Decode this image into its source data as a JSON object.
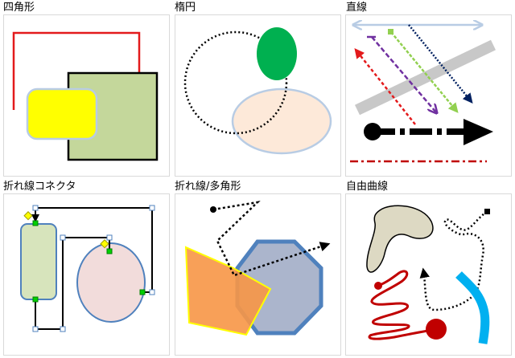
{
  "cells": [
    {
      "title": "四角形",
      "shapes": [
        "red-open-rectangle",
        "green-square",
        "yellow-rounded-rectangle"
      ]
    },
    {
      "title": "楕円",
      "shapes": [
        "dotted-circle",
        "green-ellipse",
        "peach-ellipse"
      ]
    },
    {
      "title": "直線",
      "shapes": [
        "double-arrow-line",
        "gray-thick-line",
        "dashed-arrows",
        "black-dash-dot-arrow",
        "red-dash-dot-line"
      ]
    },
    {
      "title": "折れ線コネクタ",
      "shapes": [
        "elbow-connector",
        "green-rounded-rectangle",
        "pink-ellipse"
      ]
    },
    {
      "title": "折れ線/多角形",
      "shapes": [
        "dotted-polyline-arrow",
        "orange-polygon",
        "blue-octagon"
      ]
    },
    {
      "title": "自由曲線",
      "shapes": [
        "freeform-blob",
        "red-squiggle",
        "dotted-freeform-arrow",
        "cyan-thick-curve"
      ]
    }
  ],
  "colors": {
    "panel_border": "#d9d9d9",
    "red": "#e31a1c",
    "green_fill": "#c4d79b",
    "yellow": "#ffff00",
    "ellipse_green": "#00b050",
    "peach": "#fde9d9",
    "light_blue": "#b8cce4",
    "gray": "#c8c8c8",
    "purple": "#7030a0",
    "lime": "#92d050",
    "navy": "#002060",
    "dark_red": "#c00000",
    "connector_rect": "#d7e4bc",
    "connector_ellipse": "#f2dcdb",
    "orange": "#f79646",
    "octagon_fill": "#a6b1c9",
    "octagon_stroke": "#4f81bd",
    "blob": "#ddd9c3",
    "cyan": "#00b0f0"
  }
}
